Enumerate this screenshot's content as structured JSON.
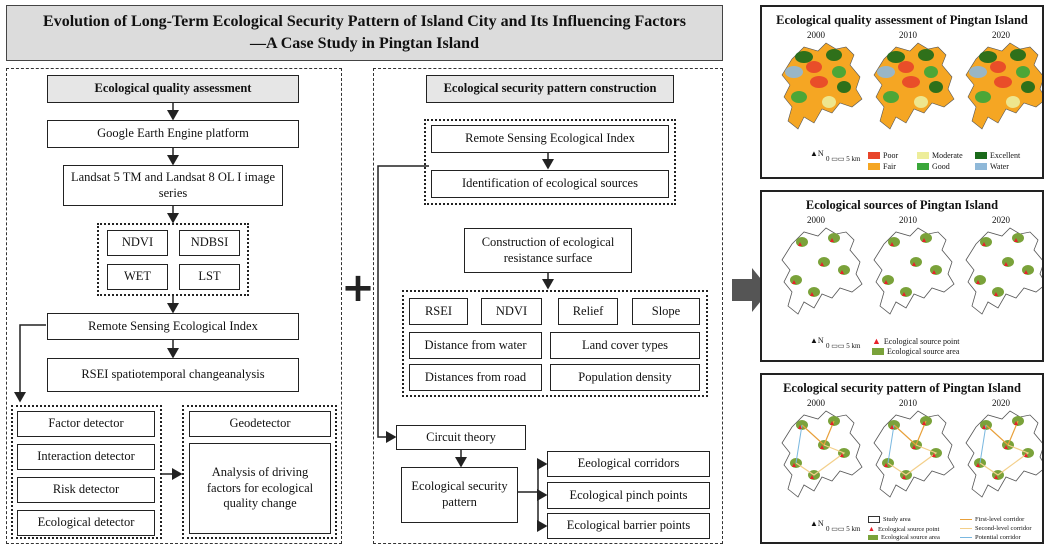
{
  "title": {
    "line1": "Evolution of Long-Term Ecological Security Pattern of Island City and Its Influencing Factors",
    "line2": "—A Case Study in Pingtan Island"
  },
  "left": {
    "header": "Ecological quality assessment",
    "gee": "Google Earth Engine platform",
    "landsat": "Landsat 5 TM and Landsat 8 OL I image series",
    "indices": [
      "NDVI",
      "NDBSI",
      "WET",
      "LST"
    ],
    "rsei": "Remote Sensing Ecological Index",
    "rsei_change": "RSEI spatiotemporal changeanalysis",
    "detectors": [
      "Factor detector",
      "Interaction detector",
      "Risk detector",
      "Ecological detector"
    ],
    "geodetector": "Geodetector",
    "analysis": "Analysis of driving factors for ecological quality change"
  },
  "plus_sign": "+",
  "middle": {
    "header": "Ecological security pattern construction",
    "rsei": "Remote Sensing Ecological Index",
    "identification": "Identification of ecological sources",
    "resistance": "Construction of ecological resistance surface",
    "factors_row": [
      "RSEI",
      "NDVI",
      "Relief",
      "Slope"
    ],
    "factors_pairs": [
      "Distance from water",
      "Land cover types",
      "Distances from road",
      "Population density"
    ],
    "circuit": "Circuit theory",
    "pattern": "Ecological security pattern",
    "outputs": [
      "Eeological corridors",
      "Ecological pinch points",
      "Ecological barrier points"
    ]
  },
  "right": {
    "years": [
      "2000",
      "2010",
      "2020"
    ],
    "panel1": {
      "title": "Ecological quality assessment of Pingtan Island",
      "legend": [
        {
          "label": "Poor",
          "color": "#e8452a"
        },
        {
          "label": "Fair",
          "color": "#f5a623"
        },
        {
          "label": "Moderate",
          "color": "#eded9a"
        },
        {
          "label": "Good",
          "color": "#3aa63a"
        },
        {
          "label": "Excellent",
          "color": "#1a6a1a"
        },
        {
          "label": "Water",
          "color": "#8fb8d8"
        }
      ]
    },
    "panel2": {
      "title": "Ecological sources of Pingtan Island",
      "legend": [
        "Ecological source point",
        "Ecological source area"
      ]
    },
    "panel3": {
      "title": "Ecological security pattern of Pingtan Island",
      "legend": [
        "Study area",
        "Ecological source point",
        "Ecological source area",
        "First-level corridor",
        "Second-level corridor",
        "Potential corridor"
      ]
    },
    "north": "N",
    "scale_0": "0",
    "scale_5": "5 km"
  }
}
